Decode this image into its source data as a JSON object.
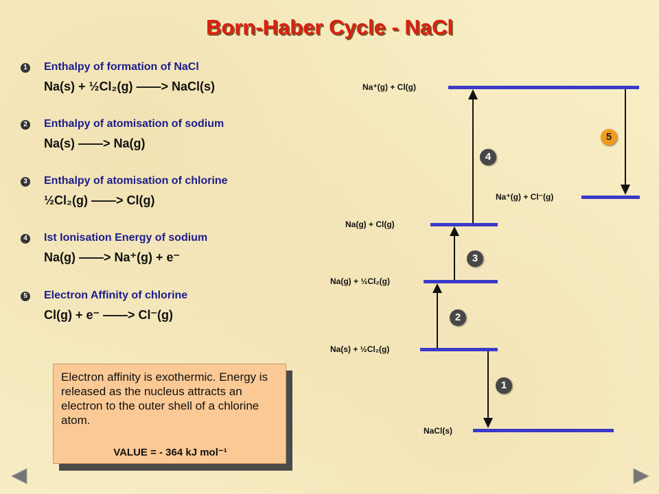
{
  "title": "Born-Haber Cycle - NaCl",
  "steps": [
    {
      "num": "1",
      "description": "Enthalpy of formation of NaCl",
      "equation": "Na(s)   +   ½Cl₂(g)   ——>   NaCl(s)"
    },
    {
      "num": "2",
      "description": "Enthalpy of atomisation of sodium",
      "equation": "Na(s)    ——>   Na(g)"
    },
    {
      "num": "3",
      "description": "Enthalpy of atomisation of chlorine",
      "equation": "½Cl₂(g)   ——>   Cl(g)"
    },
    {
      "num": "4",
      "description": "Ist Ionisation Energy of sodium",
      "equation": "Na(g)   ——>   Na⁺(g)   +   e⁻"
    },
    {
      "num": "5",
      "description": "Electron Affinity of chlorine",
      "equation": "Cl(g)   +   e⁻      ——>   Cl⁻(g)"
    }
  ],
  "diagram": {
    "levels": [
      {
        "label": "Na⁺(g) + Cl(g)"
      },
      {
        "label": "Na⁺(g) + Cl⁻(g)"
      },
      {
        "label": "Na(g) + Cl(g)"
      },
      {
        "label": "Na(g) + ½Cl₂(g)"
      },
      {
        "label": "Na(s) + ½Cl₂(g)"
      },
      {
        "label": "NaCl(s)"
      }
    ],
    "step_numbers": [
      "1",
      "2",
      "3",
      "4",
      "5"
    ],
    "colors": {
      "level_line": "#3a3ac8",
      "arrow": "#111111",
      "highlight_step": "#f39a1e"
    }
  },
  "note": {
    "text": "Electron affinity is exothermic. Energy is released as the nucleus attracts an electron to the outer shell of a chlorine atom.",
    "value": "VALUE = - 364 kJ mol⁻¹"
  },
  "nav": {
    "prev_icon": "triangle-left-icon",
    "next_icon": "triangle-right-icon"
  }
}
